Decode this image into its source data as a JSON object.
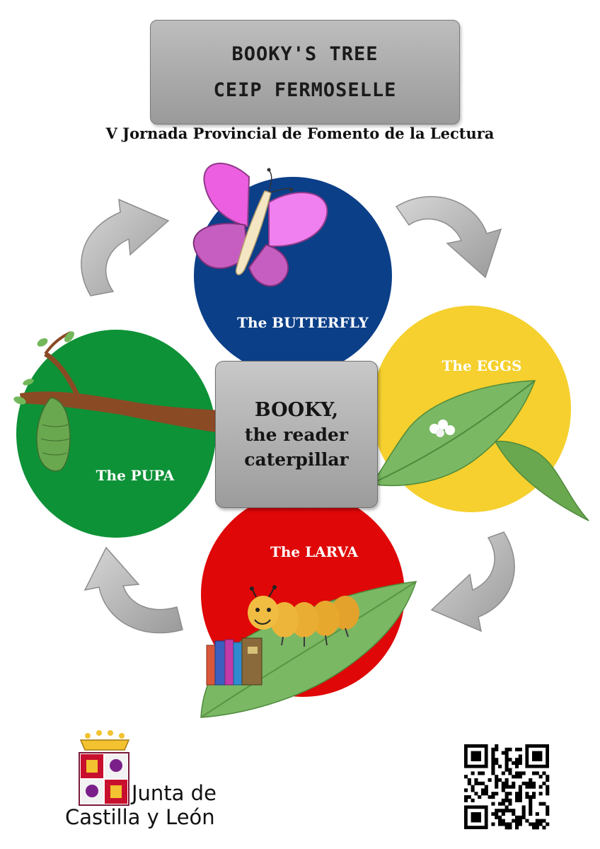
{
  "header": {
    "title_line1": "BOOKY'S TREE",
    "title_line2": "CEIP FERMOSELLE",
    "subtitle": "V Jornada Provincial de Fomento de la Lectura"
  },
  "cycle": {
    "butterfly_label": "The BUTTERFLY",
    "eggs_label": "The EGGS",
    "larva_label": "The LARVA",
    "pupa_label": "The PUPA"
  },
  "center": {
    "line1": "BOOKY,",
    "line2": "the reader",
    "line3": "caterpillar"
  },
  "footer": {
    "logo_line1": "Junta de",
    "logo_line2": "Castilla y León"
  },
  "colors": {
    "butterfly_circle": "#0b3f88",
    "eggs_circle": "#f5d02e",
    "larva_circle": "#df0707",
    "pupa_circle": "#0d9237",
    "arrow": "#b3b3b3",
    "leaf": "#7ab864",
    "branch": "#8a4a24"
  }
}
